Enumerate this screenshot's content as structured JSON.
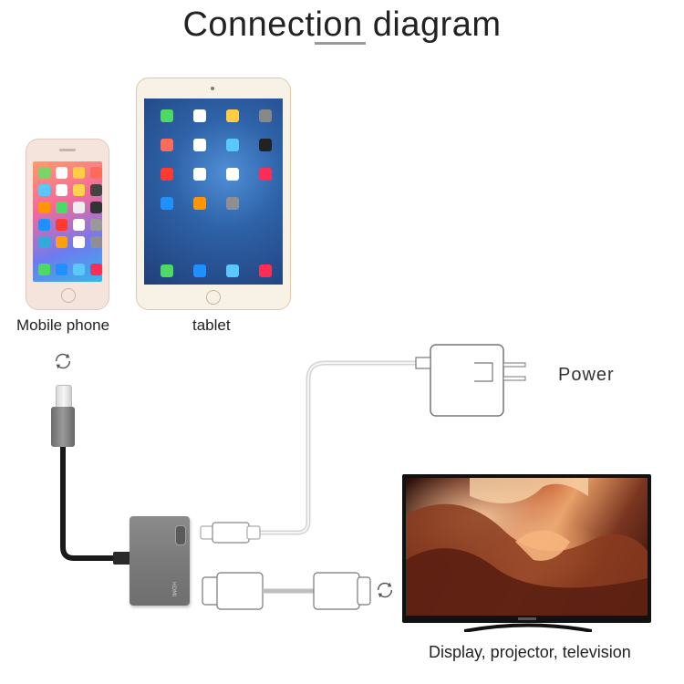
{
  "title": "Connection diagram",
  "devices": {
    "phone_label": "Mobile phone",
    "tablet_label": "tablet",
    "power_label": "Power",
    "display_label": "Display, projector, television"
  },
  "adapter": {
    "hdmi_text": "HDMI"
  },
  "icons": {
    "rotate_left": "rotate-icon",
    "rotate_right": "rotate-icon",
    "power_adapter": "power-adapter-icon"
  },
  "colors": {
    "cable": "#1a1a1a",
    "white_cable": "#d9d9d9",
    "adapter": "#7d7d7d",
    "tv_frame": "#111111"
  }
}
